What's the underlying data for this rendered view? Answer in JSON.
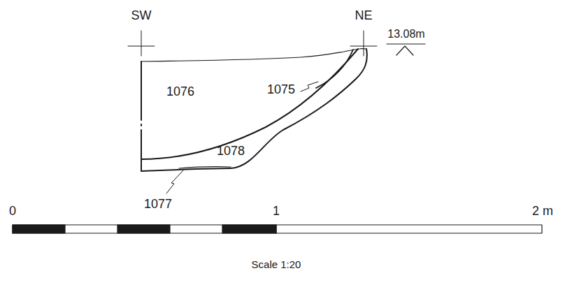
{
  "diagram": {
    "labels": [
      "SW",
      "NE",
      "13.08m",
      "1076",
      "1075",
      "1078",
      "1077",
      "0",
      "1",
      "2 m",
      "Scale 1:20"
    ]
  }
}
